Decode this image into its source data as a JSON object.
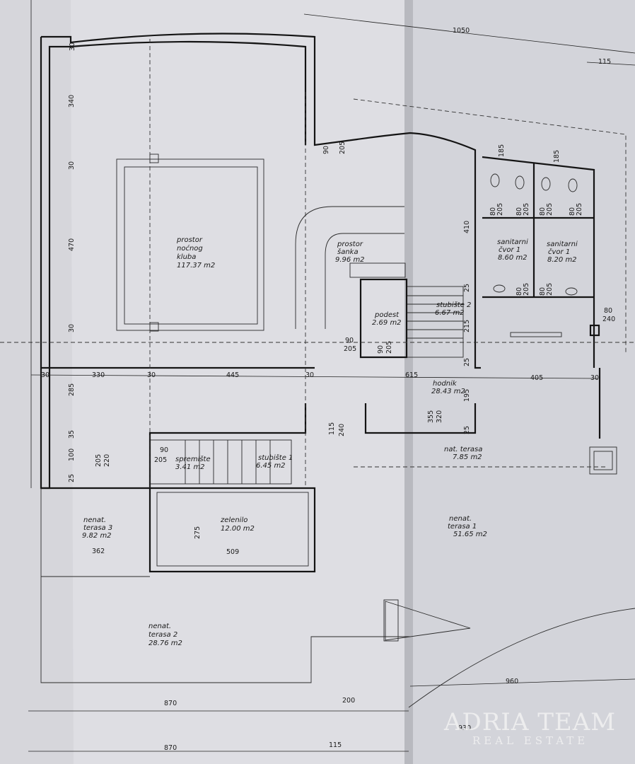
{
  "rooms": {
    "nocni_klub": [
      "prostor",
      "noćnog",
      "kluba",
      "117.37 m2"
    ],
    "sanka": [
      "prostor",
      "šanka",
      "9.96 m2"
    ],
    "podest": [
      "podest",
      "2.69 m2"
    ],
    "stubiste2": [
      "stubište 2",
      "6.67 m2"
    ],
    "sanitarni1": [
      "sanitarni",
      "čvor 1",
      "8.60 m2"
    ],
    "sanitarni2": [
      "sanitarni",
      "čvor 1",
      "8.20 m2"
    ],
    "hodnik": [
      "hodnik",
      "28.43 m2"
    ],
    "nat_terasa": [
      "nat. terasa",
      "7.85 m2"
    ],
    "spremiste": [
      "spremište",
      "3.41 m2"
    ],
    "stubiste1": [
      "stubište 1",
      "6.45 m2"
    ],
    "zelenilo": [
      "zelenilo",
      "12.00 m2"
    ],
    "terasa3": [
      "nenat.",
      "terasa 3",
      "9.82 m2"
    ],
    "terasa1": [
      "nenat.",
      "terasa 1",
      "51.65 m2"
    ],
    "terasa2": [
      "nenat.",
      "terasa 2",
      "28.76 m2"
    ]
  },
  "dims": {
    "d1050": "1050",
    "d115a": "115",
    "d30a": "30",
    "d340": "340",
    "d30b": "30",
    "d470": "470",
    "d30c": "30",
    "d30d": "30",
    "d330": "330",
    "d30e": "30",
    "d445": "445",
    "d30f": "30",
    "d615": "615",
    "d405": "405",
    "d30g": "30",
    "d285": "285",
    "d35": "35",
    "d100": "100",
    "d25": "25",
    "d410": "410",
    "d25b": "25",
    "d215": "215",
    "d25c": "25",
    "d195": "195",
    "d25d": "25",
    "d185a": "185",
    "d185b": "185",
    "d80_240": "80",
    "d240": "240",
    "d90_205a": "90",
    "d205a": "205",
    "d90_205b": "90",
    "d205b": "205",
    "d90_205c": "90",
    "d205c": "205",
    "d90_205d": "90",
    "d205d": "205",
    "d205_220": "205",
    "d220": "220",
    "d355": "355",
    "d320": "320",
    "d115_240": "115",
    "d240b": "240",
    "d275": "275",
    "d362": "362",
    "d509": "509",
    "d960": "960",
    "d870a": "870",
    "d200": "200",
    "d930": "930",
    "d870b": "870",
    "d115b": "115",
    "d80s1": "80",
    "d205s1": "205",
    "d80s2": "80",
    "d205s2": "205",
    "d80s3": "80",
    "d205s3": "205",
    "d80s4": "80",
    "d205s4": "205",
    "d80s5": "80",
    "d205s5": "205",
    "d80s6": "80",
    "d205s6": "205"
  },
  "watermark": {
    "line1": "ADRIA TEAM",
    "line2": "REAL ESTATE"
  }
}
